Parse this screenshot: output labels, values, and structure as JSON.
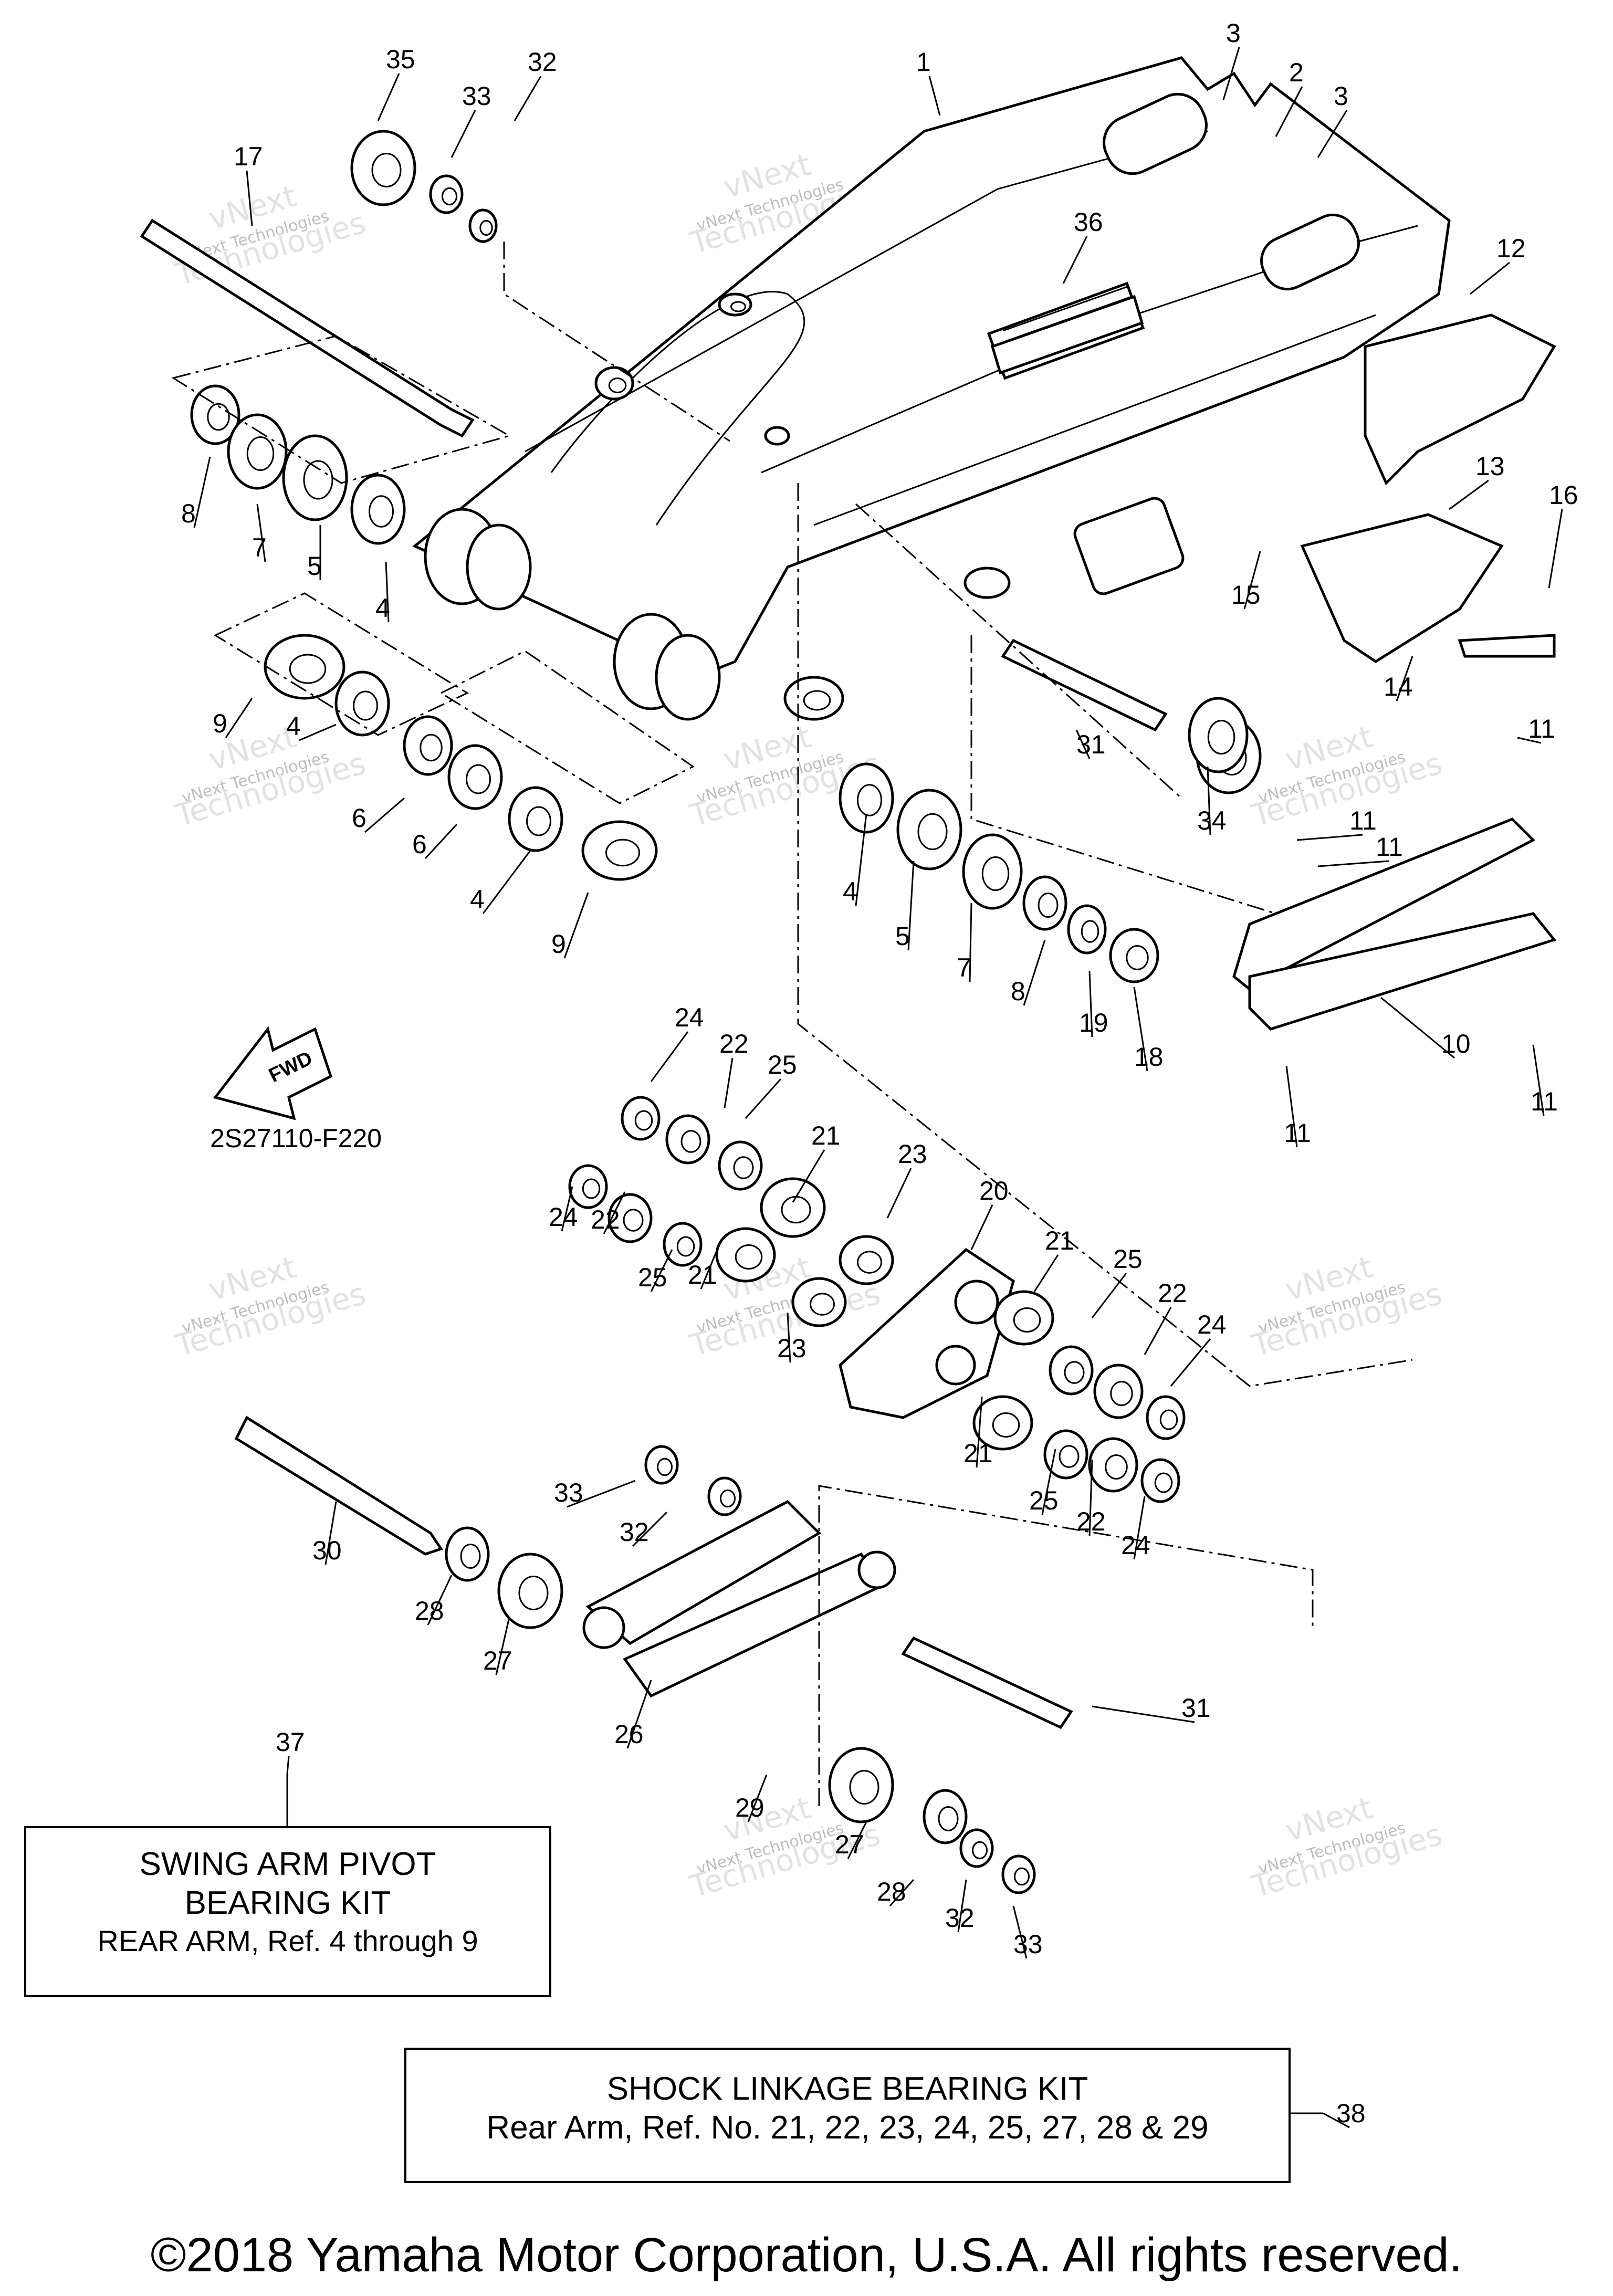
{
  "diagram": {
    "drawing_code": "2S27110-F220",
    "fwd_label": "FWD",
    "watermark": {
      "line1": "vNext Technologies",
      "line2": "vNext",
      "line3": "Technologies"
    },
    "callouts": [
      "1",
      "2",
      "3",
      "3",
      "4",
      "4",
      "4",
      "4",
      "5",
      "5",
      "6",
      "6",
      "7",
      "7",
      "8",
      "8",
      "9",
      "9",
      "10",
      "11",
      "11",
      "11",
      "11",
      "11",
      "12",
      "13",
      "14",
      "15",
      "16",
      "17",
      "18",
      "19",
      "20",
      "21",
      "21",
      "21",
      "21",
      "22",
      "22",
      "22",
      "22",
      "23",
      "23",
      "24",
      "24",
      "24",
      "24",
      "25",
      "25",
      "25",
      "25",
      "26",
      "27",
      "27",
      "28",
      "28",
      "29",
      "30",
      "31",
      "31",
      "32",
      "32",
      "32",
      "33",
      "33",
      "33",
      "34",
      "35",
      "36",
      "37",
      "38"
    ]
  },
  "kits": {
    "swing_arm": {
      "line1": "SWING ARM PIVOT",
      "line2": "BEARING KIT",
      "line3": "REAR ARM, Ref.  4 through 9"
    },
    "shock_linkage": {
      "line1": "SHOCK LINKAGE BEARING KIT",
      "line2": "Rear Arm, Ref. No. 21, 22, 23, 24, 25, 27, 28 & 29"
    }
  },
  "footer": {
    "copyright": "©2018 Yamaha Motor Corporation, U.S.A. All rights reserved."
  }
}
